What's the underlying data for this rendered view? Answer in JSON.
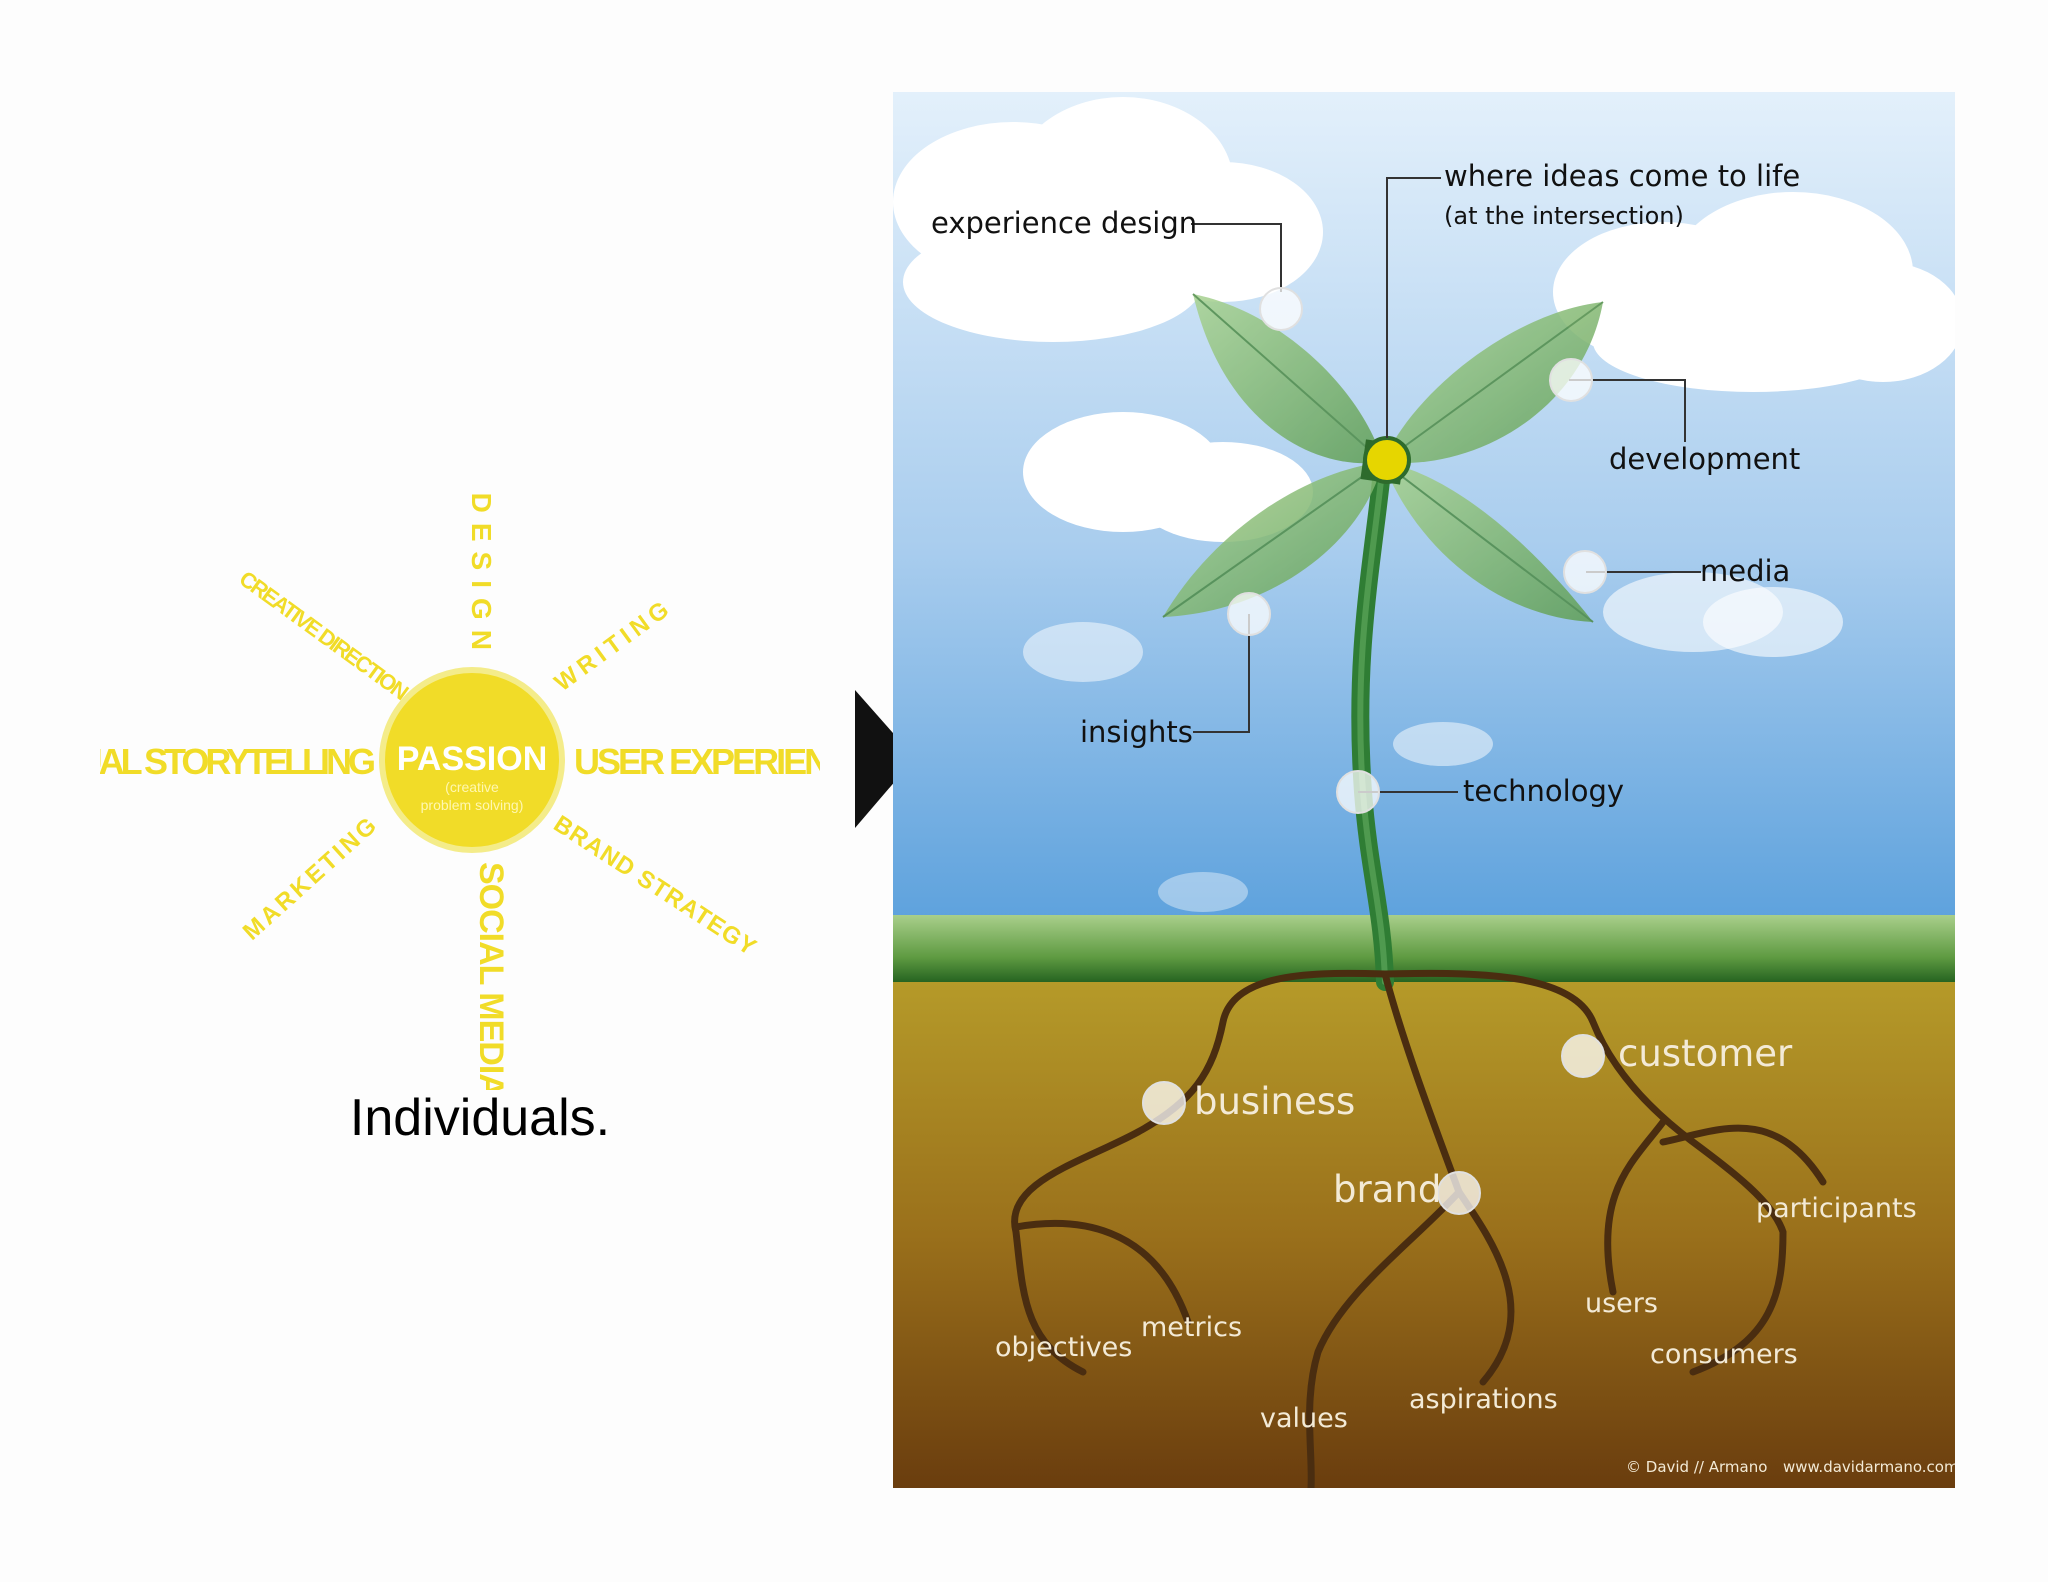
{
  "left_panel": {
    "center_title": "PASSION",
    "center_subtitle_1": "(creative",
    "center_subtitle_2": "problem solving)",
    "rays": {
      "top": "DESIGN",
      "top_right": "WRITING",
      "right": "USER EXPERIENCE",
      "bottom_right": "BRAND STRATEGY",
      "bottom": "SOCIAL MEDIA",
      "bottom_left": "MARKETING",
      "left": "VISUAL STORYTELLING",
      "top_left": "CREATIVE DIRECTION"
    },
    "caption": "Individuals."
  },
  "plant": {
    "labels": {
      "ideas_line1": "where ideas come to life",
      "ideas_line2": "(at the intersection)",
      "experience_design": "experience design",
      "development": "development",
      "media": "media",
      "insights": "insights",
      "technology": "technology"
    },
    "roots": {
      "business": "business",
      "brand": "brand",
      "customer": "customer",
      "objectives": "objectives",
      "metrics": "metrics",
      "values": "values",
      "aspirations": "aspirations",
      "users": "users",
      "consumers": "consumers",
      "participants": "participants"
    },
    "credit_author": "© David // Armano",
    "credit_url": "www.davidarmano.com"
  },
  "colors": {
    "sun_yellow": "#f1dc28",
    "sky_top": "#dfeefa",
    "sky_bottom": "#5fa4df",
    "soil_top": "#b79a2a",
    "soil_bottom": "#6b3f0e",
    "leaf": "#8fc27b",
    "stem": "#2f7d34",
    "root": "#4a2d10",
    "flower_center": "#e6d600"
  }
}
